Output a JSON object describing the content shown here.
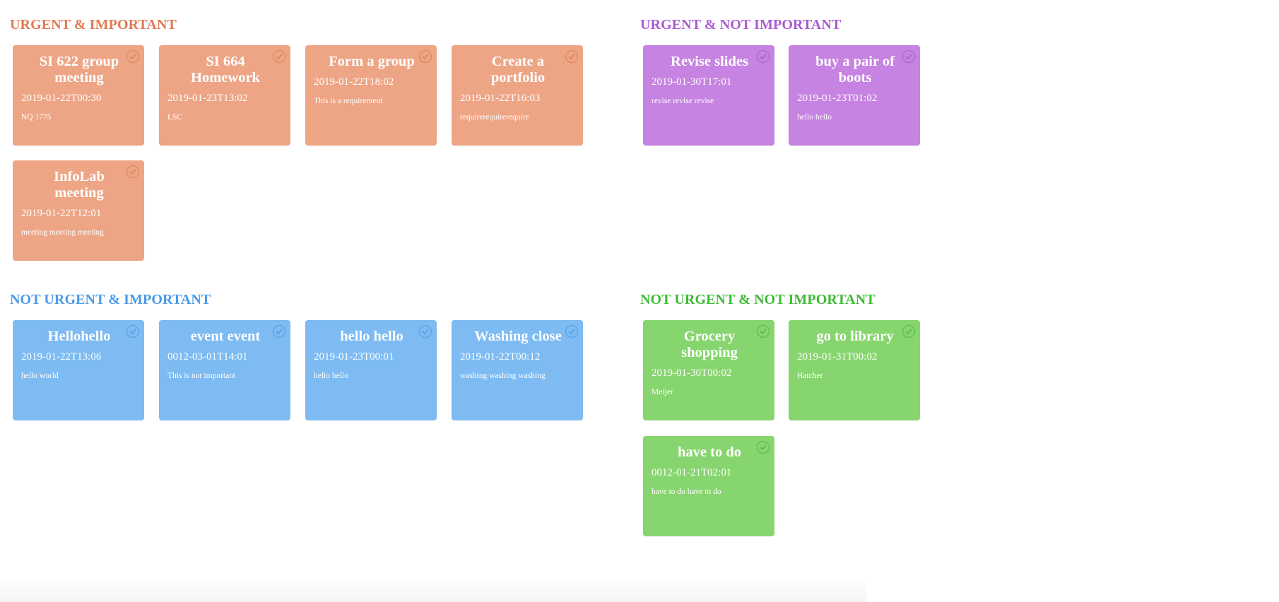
{
  "colors": {
    "urgent_important": {
      "title": "#e07a52",
      "card": "#eda585",
      "check": "#e27f58"
    },
    "urgent_not_important": {
      "title": "#a95bd1",
      "card": "#c683e1",
      "check": "#a55fd0"
    },
    "not_urgent_important": {
      "title": "#4a9ae6",
      "card": "#7dbbf2",
      "check": "#4d9fea"
    },
    "not_urgent_not_important": {
      "title": "#3fba35",
      "card": "#87d56f",
      "check": "#55b83d"
    }
  },
  "sections": {
    "urgent_important": {
      "title": "URGENT & IMPORTANT",
      "cards": [
        {
          "title": "SI 622 group meeting",
          "date": "2019-01-22T00:30",
          "note": "NQ 1775"
        },
        {
          "title": "SI 664 Homework",
          "date": "2019-01-23T13:02",
          "note": "LSC"
        },
        {
          "title": "Form a group",
          "date": "2019-01-22T18:02",
          "note": "This is a requirement"
        },
        {
          "title": "Create a portfolio",
          "date": "2019-01-22T16:03",
          "note": "requirerequirerequire"
        },
        {
          "title": "InfoLab meeting",
          "date": "2019-01-22T12:01",
          "note": "meeting meeting meeting"
        }
      ]
    },
    "urgent_not_important": {
      "title": "URGENT & NOT IMPORTANT",
      "cards": [
        {
          "title": "Revise slides",
          "date": "2019-01-30T17:01",
          "note": "revise revise revise"
        },
        {
          "title": "buy a pair of boots",
          "date": "2019-01-23T01:02",
          "note": "hello hello"
        }
      ]
    },
    "not_urgent_important": {
      "title": "NOT URGENT & IMPORTANT",
      "cards": [
        {
          "title": "Hellohello",
          "date": "2019-01-22T13:06",
          "note": "hello world"
        },
        {
          "title": "event event",
          "date": "0012-03-01T14:01",
          "note": "This is not important"
        },
        {
          "title": "hello hello",
          "date": "2019-01-23T00:01",
          "note": "hello hello"
        },
        {
          "title": "Washing close",
          "date": "2019-01-22T00:12",
          "note": "washing washing washing"
        }
      ]
    },
    "not_urgent_not_important": {
      "title": "NOT URGENT & NOT IMPORTANT",
      "cards": [
        {
          "title": "Grocery shopping",
          "date": "2019-01-30T00:02",
          "note": "Meijer"
        },
        {
          "title": "go to library",
          "date": "2019-01-31T00:02",
          "note": "Hatcher"
        },
        {
          "title": "have to do",
          "date": "0012-01-21T02:01",
          "note": "have to do have to do"
        }
      ]
    }
  }
}
